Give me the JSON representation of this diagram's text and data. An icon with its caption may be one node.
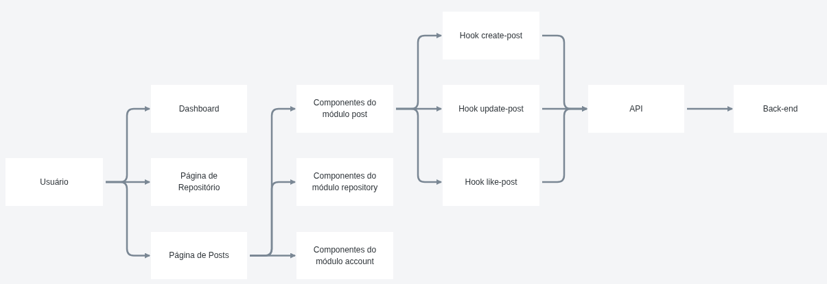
{
  "diagram": {
    "nodes": [
      {
        "text": [
          "Usuário"
        ]
      },
      {
        "text": [
          "Dashboard"
        ]
      },
      {
        "text": [
          "Página de Repositório"
        ]
      },
      {
        "text": [
          "Página de Posts"
        ]
      },
      {
        "text": [
          "Componentes do módulo post"
        ]
      },
      {
        "text": [
          "Componentes do módulo repository"
        ]
      },
      {
        "text": [
          "Componentes do módulo account"
        ]
      },
      {
        "text": [
          "Hook create-post"
        ]
      },
      {
        "text": [
          "Hook update-post"
        ]
      },
      {
        "text": [
          "Hook like-post"
        ]
      },
      {
        "text": [
          "API"
        ]
      },
      {
        "text": [
          "Back-end"
        ]
      }
    ],
    "edges": [
      {
        "from": 0,
        "to": 1,
        "arrow": "to"
      },
      {
        "from": 0,
        "to": 2,
        "arrow": "to"
      },
      {
        "from": 0,
        "to": 3,
        "arrow": "to"
      },
      {
        "from": 3,
        "to": 4,
        "arrow": "to"
      },
      {
        "from": 3,
        "to": 5,
        "arrow": "to"
      },
      {
        "from": 3,
        "to": 6,
        "arrow": "to"
      },
      {
        "from": 4,
        "to": 7,
        "arrow": "to"
      },
      {
        "from": 4,
        "to": 8,
        "arrow": "to"
      },
      {
        "from": 4,
        "to": 9,
        "arrow": "to"
      },
      {
        "from": 7,
        "to": 10,
        "arrow": "to"
      },
      {
        "from": 8,
        "to": 10,
        "arrow": "to"
      },
      {
        "from": 9,
        "to": 10,
        "arrow": "to"
      },
      {
        "from": 10,
        "to": 11,
        "arrow": "to"
      }
    ]
  }
}
